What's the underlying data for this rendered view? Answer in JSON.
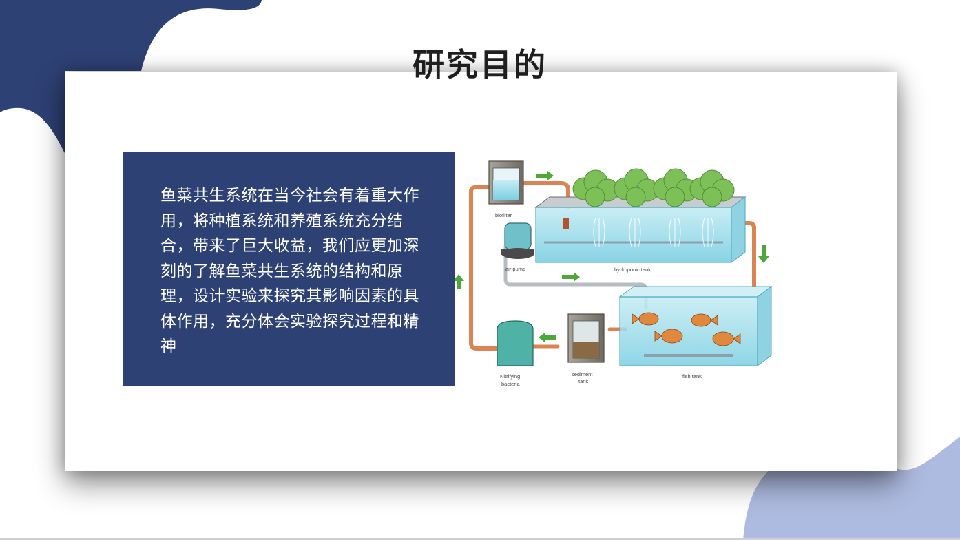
{
  "slide": {
    "title": "研究目的",
    "body_text": "鱼菜共生系统在当今社会有着重大作用，将种植系统和养殖系统充分结合，带来了巨大收益，我们应更加深刻的了解鱼菜共生系统的结构和原理，设计实验来探究其影响因素的具体作用，充分体会实验探究过程和精神"
  },
  "diagram": {
    "labels": {
      "biofilter": "biofilter",
      "air_pump": "air pump",
      "hydroponic_tank": "hydroponic tank",
      "nitrifying": "Nitrifying",
      "bacteria": "bacteria",
      "sediment": "sediment",
      "tank": "tank",
      "fish_tank": "fish tank"
    }
  },
  "colors": {
    "navy": "#2e4174",
    "light_blue": "#aebbe0",
    "arrow_green": "#4da83a",
    "pipe": "#d98452",
    "water": "#9fdcea"
  }
}
